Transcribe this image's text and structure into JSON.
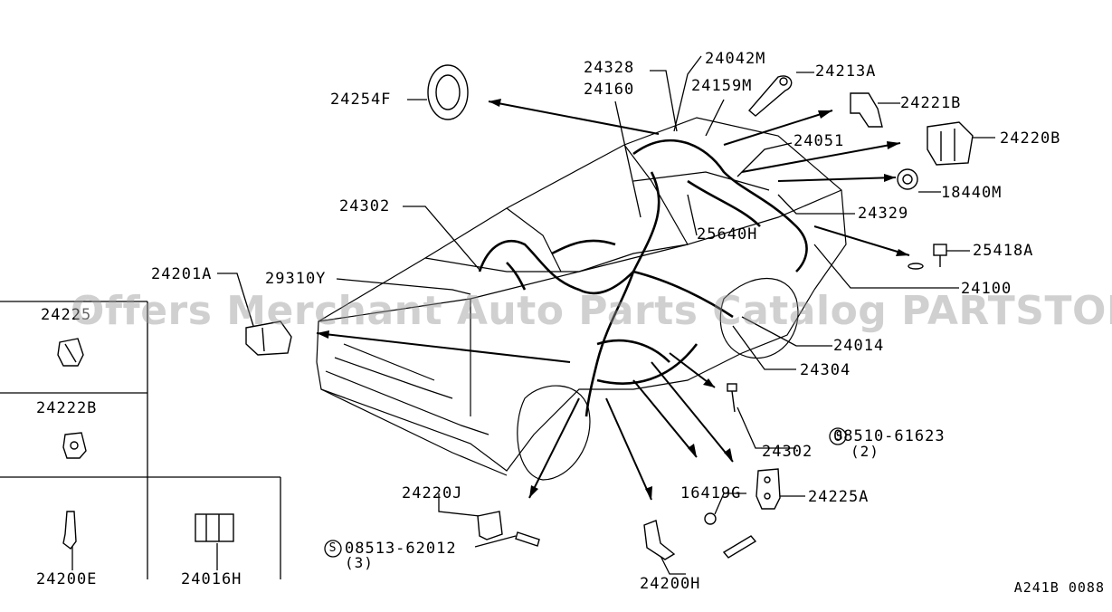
{
  "watermark": "Offers Merchant Auto Parts Catalog PARTSTORE.SA",
  "drawing_code": "A241B 0088",
  "labels": {
    "p24328": "24328",
    "p24160": "24160",
    "p24042M": "24042M",
    "p24159M": "24159M",
    "p24213A": "24213A",
    "p24254F": "24254F",
    "p24221B": "24221B",
    "p24220B": "24220B",
    "p24051": "24051",
    "p18440M": "18440M",
    "p24302a": "24302",
    "p24329": "24329",
    "p25640H": "25640H",
    "p25418A": "25418A",
    "p24201A": "24201A",
    "p29310Y": "29310Y",
    "p24100": "24100",
    "p24014": "24014",
    "p24304": "24304",
    "p24222B": "24222B",
    "p24302b": "24302",
    "p08510": "08510-61623",
    "p08510qty": "(2)",
    "p24220J": "24220J",
    "p16419G": "16419G",
    "p24225A": "24225A",
    "p08513": "08513-62012",
    "p08513qty": "(3)",
    "p24200E": "24200E",
    "p24016H": "24016H",
    "p24200H": "24200H",
    "s_symbol": "S"
  }
}
